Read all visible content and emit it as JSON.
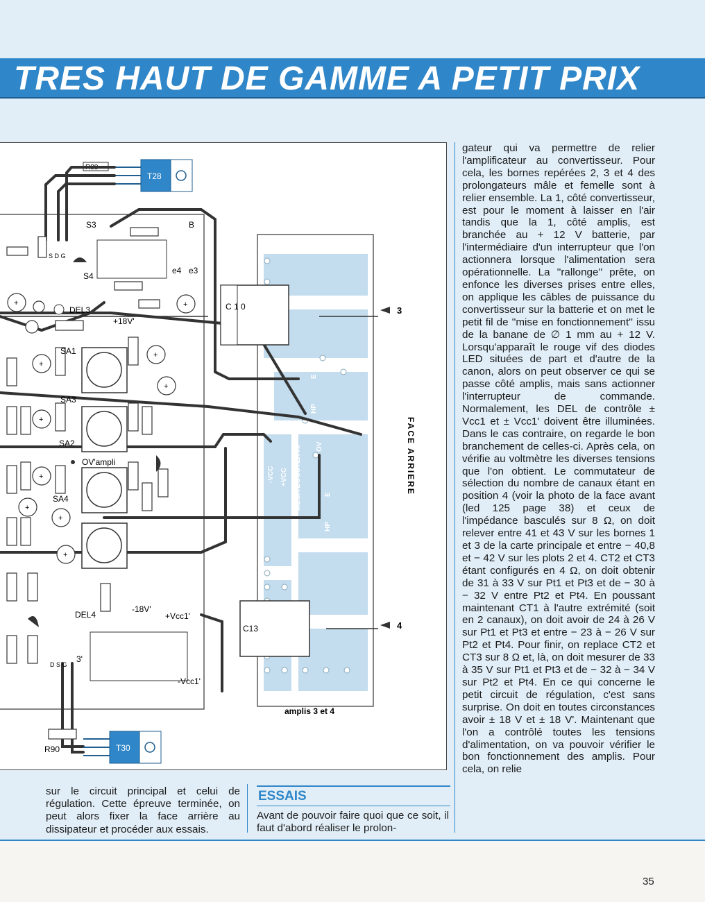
{
  "header": {
    "title": "TRES HAUT DE GAMME A PETIT PRIX"
  },
  "diagram": {
    "caption": "amplis 3 et 4",
    "side_label": "FACE ARRIERE",
    "components": {
      "r88": "R88",
      "t28": "T28",
      "r90": "R90",
      "t30": "T30",
      "s3": "S3",
      "s4": "S4",
      "b": "B",
      "e4": "e4",
      "e3": "e3",
      "sdg_top": "S D G",
      "del3": "DEL3",
      "plus18": "+18V'",
      "sa1": "SA1",
      "sa3": "SA3",
      "sa2": "SA2",
      "sa4": "SA4",
      "ovampli": "OV'ampli",
      "minus18": "-18V'",
      "del4": "DEL4",
      "vcc1plus": "+Vcc1'",
      "vcc1minus": "-Vcc1'",
      "c13": "C13",
      "c10": "C 1 0",
      "three": "3'",
      "dsg_bottom": "D S G",
      "arrow3": "3",
      "arrow4": "4",
      "pcb_labels": [
        "-VCC",
        "+VCC",
        "MEGA BOOSTER HP",
        "OV",
        "E",
        "HP",
        "E",
        "HP"
      ]
    }
  },
  "right_column": {
    "text": "gateur qui va permettre de relier l'amplificateur au convertisseur. Pour cela, les bornes repérées 2, 3 et 4 des prolongateurs mâle et femelle sont à relier ensemble. La 1, côté convertisseur, est pour le moment à laisser en l'air tandis que la 1, côté amplis, est branchée au + 12 V batterie, par l'intermédiaire d'un interrupteur que l'on actionnera lorsque l'alimentation sera opérationnelle. La ''rallonge'' prête, on enfonce les diverses prises entre elles, on applique les câbles de puissance du convertisseur sur la batterie et on met le petit fil de ''mise en fonctionnement'' issu de la banane de ∅ 1 mm au + 12 V. Lorsqu'apparaît le rouge vif des diodes LED situées de part et d'autre de la canon, alors on peut observer ce qui se passe côté amplis, mais sans actionner l'interrupteur de commande. Normalement, les DEL de contrôle ± Vcc1 et ± Vcc1' doivent être illuminées. Dans le cas contraire, on regarde le bon branchement de celles-ci. Après cela, on vérifie au voltmètre les diverses tensions que l'on obtient. Le commutateur de sélection du nombre de canaux étant en position 4 (voir la photo de la face avant (led 125 page 38) et ceux de l'impédance basculés sur 8 Ω, on doit relever entre 41 et 43 V sur les bornes 1 et 3 de la carte principale et entre − 40,8 et − 42 V sur les plots 2 et 4. CT2 et CT3 étant configurés en 4 Ω, on doit obtenir de 31 à 33 V sur Pt1 et Pt3 et de − 30 à − 32 V entre Pt2 et Pt4. En poussant maintenant CT1 à l'autre extrémité (soit en 2 canaux), on doit avoir de 24 à 26 V sur Pt1 et Pt3 et entre − 23 à − 26 V sur Pt2 et Pt4. Pour finir, on replace CT2 et CT3 sur 8 Ω et, là, on doit mesurer de 33 à 35 V sur Pt1 et Pt3 et de − 32 à − 34 V sur Pt2 et Pt4. En ce qui concerne le petit circuit de régulation, c'est sans surprise. On doit en toutes circonstances avoir ± 18 V et ± 18 V'. Maintenant que l'on a contrôlé toutes les tensions d'alimentation, on va pouvoir vérifier le bon fonctionnement des amplis. Pour cela, on relie"
  },
  "bottom_left": {
    "text": "sur le circuit principal et celui de régulation. Cette épreuve terminée, on peut alors fixer la face arrière au dissipateur et procéder aux essais."
  },
  "bottom_mid": {
    "heading": "ESSAIS",
    "text": "Avant de pouvoir faire quoi que ce soit, il faut d'abord réaliser le prolon-"
  },
  "footer": {
    "page_number": "35"
  },
  "colors": {
    "accent": "#2f86c8",
    "page_tint": "#e1eef7",
    "pcb_trace": "#b9d6ea"
  }
}
